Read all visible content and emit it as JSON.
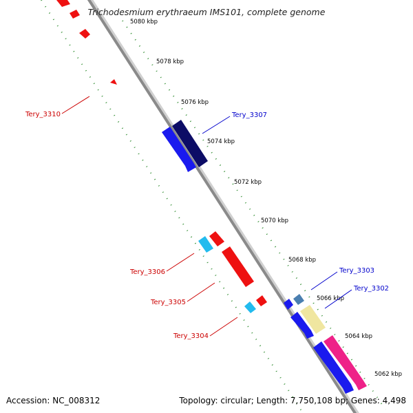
{
  "title": "Trichodesmium erythraeum IMS101, complete genome",
  "footer": {
    "accession": "Accession: NC_008312",
    "topology": "Topology: circular; Length: 7,750,108 bp; Genes: 4,498"
  },
  "colors": {
    "backbone": "#8a8a8a",
    "tick": "#2e8b2e",
    "reverse_label": "#cc0000",
    "forward_label": "#0000cc",
    "red_gene": "#ee1111",
    "blue_gene": "#1a1aee",
    "navy_gene": "#0c0c66",
    "cyan_gene": "#22bbee",
    "steel_gene": "#4a7fb0",
    "khaki_gene": "#f0e6a0",
    "pink_gene": "#ee2288"
  },
  "ruler": {
    "unit": "kbp",
    "ticks": [
      {
        "label": "5080 kbp"
      },
      {
        "label": "5078 kbp"
      },
      {
        "label": "5076 kbp"
      },
      {
        "label": "5074 kbp"
      },
      {
        "label": "5072 kbp"
      },
      {
        "label": "5070 kbp"
      },
      {
        "label": "5068 kbp"
      },
      {
        "label": "5066 kbp"
      },
      {
        "label": "5064 kbp"
      },
      {
        "label": "5062 kbp"
      }
    ]
  },
  "gene_labels": [
    {
      "text": "Tery_3310",
      "strand": "reverse"
    },
    {
      "text": "Tery_3307",
      "strand": "forward"
    },
    {
      "text": "Tery_3306",
      "strand": "reverse"
    },
    {
      "text": "Tery_3305",
      "strand": "reverse"
    },
    {
      "text": "Tery_3304",
      "strand": "reverse"
    },
    {
      "text": "Tery_3303",
      "strand": "forward"
    },
    {
      "text": "Tery_3302",
      "strand": "forward"
    }
  ]
}
